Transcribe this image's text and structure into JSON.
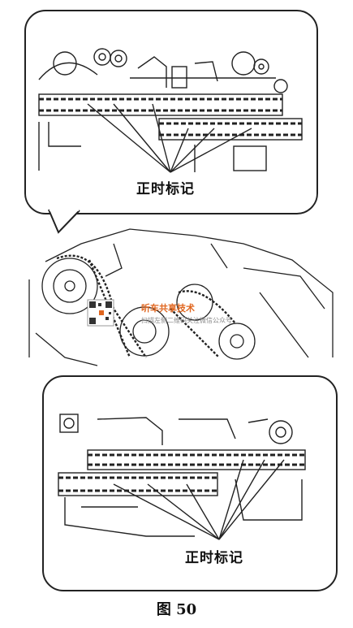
{
  "top_callout": {
    "label": "正时标记"
  },
  "bottom_callout": {
    "label": "正时标记"
  },
  "watermark": {
    "title": "听车共享技术",
    "subtitle": "扫描左侧二维码关注微信公众号"
  },
  "figure_caption": "图 50"
}
